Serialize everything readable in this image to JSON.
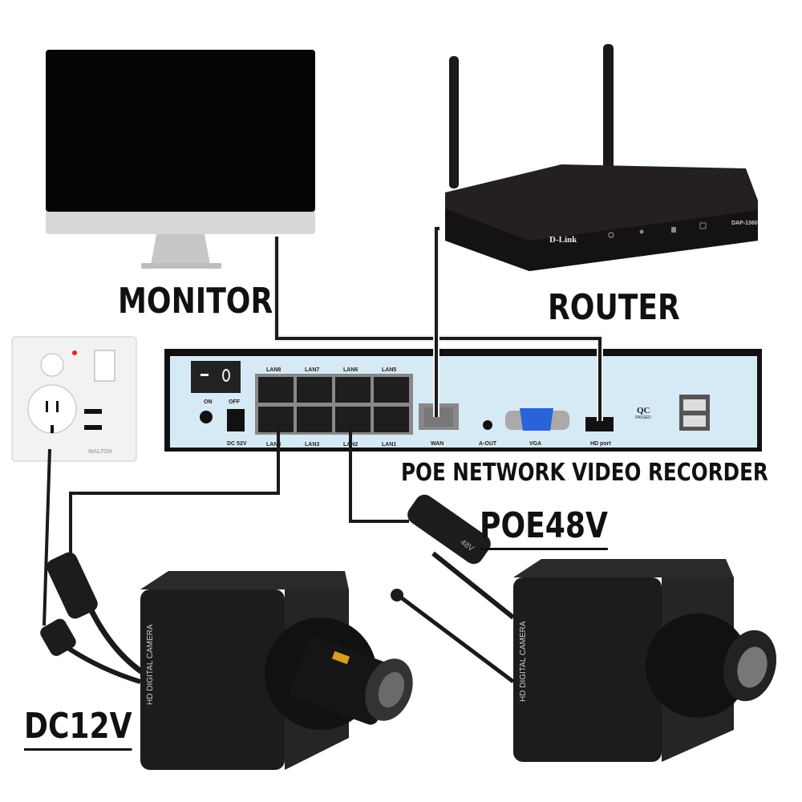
{
  "labels": {
    "monitor": "MONITOR",
    "router": "ROUTER",
    "nvr": "POE NETWORK VIDEO RECORDER",
    "poe": "POE48V",
    "dc": "DC12V"
  },
  "router": {
    "brand": "D-Link",
    "model": "DAP-1360"
  },
  "nvr_ports": {
    "switch_on": "ON",
    "switch_off": "OFF",
    "power": "DC 52V",
    "lan_top": [
      "LAN8",
      "LAN7",
      "LAN6",
      "LAN5"
    ],
    "lan_bottom": [
      "LAN4",
      "LAN3",
      "LAN2",
      "LAN1"
    ],
    "wan": "WAN",
    "audio": "A-OUT",
    "vga": "VGA",
    "hdmi": "HD port",
    "qc": "QC",
    "qc_sub": "PASSED"
  },
  "socket_brand": "WALTON",
  "camera_text": "HD DIGITAL CAMERA",
  "poe_module": "48V",
  "colors": {
    "nvr_panel": "#d6eaf6",
    "cable": "#1a1a1a",
    "device": "#1c1c1c"
  }
}
